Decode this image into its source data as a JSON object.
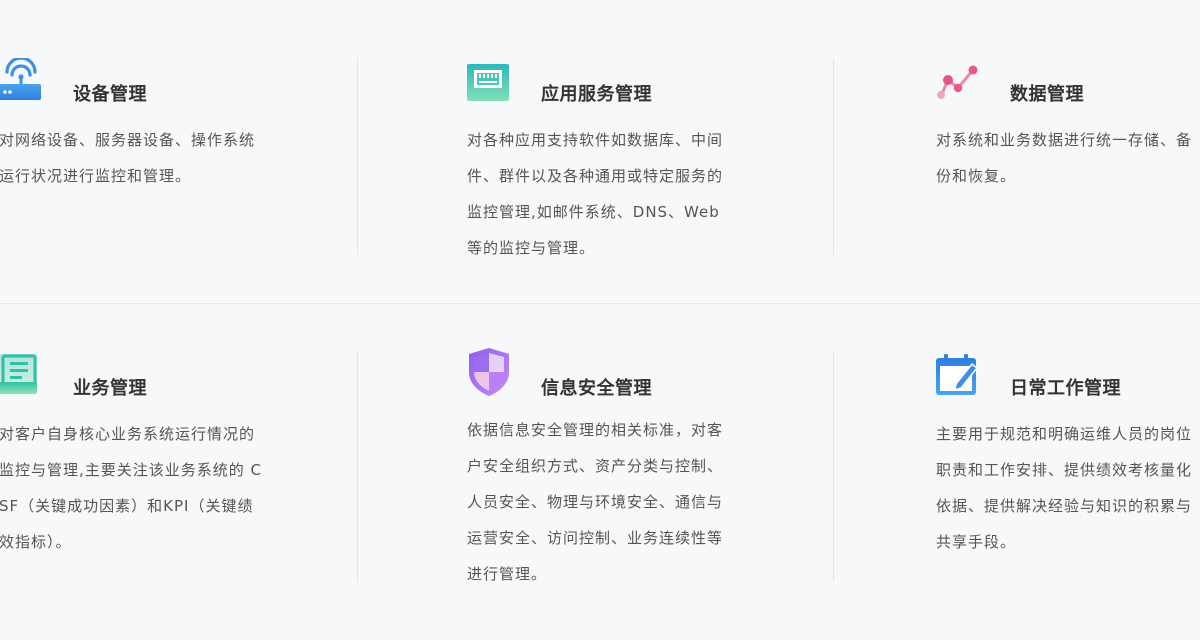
{
  "cards": [
    {
      "title": "设备管理",
      "desc": "对网络设备、服务器设备、操作系统运行状况进行监控和管理。",
      "icon": "router-wifi-icon",
      "color": "#3d8fe8"
    },
    {
      "title": "应用服务管理",
      "desc": "对各种应用支持软件如数据库、中间件、群件以及各种通用或特定服务的监控管理,如邮件系统、DNS、Web 等的监控与管理。",
      "icon": "server-app-icon",
      "color": "#2fc3b0"
    },
    {
      "title": "数据管理",
      "desc": "对系统和业务数据进行统一存储、备份和恢复。",
      "icon": "data-trend-icon",
      "color": "#e9588a"
    },
    {
      "title": "业务管理",
      "desc": "对客户自身核心业务系统运行情况的监控与管理,主要关注该业务系统的 CSF（关键成功因素）和KPI（关键绩效指标）。",
      "icon": "business-document-icon",
      "color": "#36c9a8"
    },
    {
      "title": "信息安全管理",
      "desc": "依据信息安全管理的相关标准，对客户安全组织方式、资产分类与控制、人员安全、物理与环境安全、通信与运营安全、访问控制、业务连续性等进行管理。",
      "icon": "security-shield-icon",
      "color": "#9b6cf0"
    },
    {
      "title": "日常工作管理",
      "desc": "主要用于规范和明确运维人员的岗位职责和工作安排、提供绩效考核量化依据、提供解决经验与知识的积累与共享手段。",
      "icon": "calendar-edit-icon",
      "color": "#3d8fe8"
    }
  ]
}
